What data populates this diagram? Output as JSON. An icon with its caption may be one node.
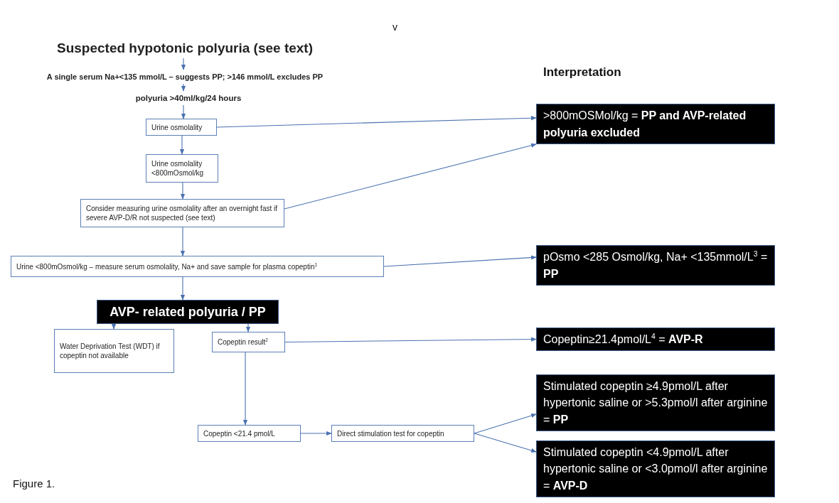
{
  "diagram": {
    "caption": "Figure 1.",
    "nodes": [
      {
        "text": [
          "Suspected hypotonic polyuria (see text)"
        ]
      },
      {
        "text": [
          "A single serum Na+<135 mmol/L – suggests PP; >146 mmol/L excludes PP"
        ]
      },
      {
        "text": [
          "polyuria >40ml/kg/24 hours"
        ]
      },
      {
        "text": [
          "Urine osmolality"
        ]
      },
      {
        "text": [
          "Urine osmolality <800mOsmol/kg"
        ]
      },
      {
        "text": [
          "Consider measuring urine osmolality after an overnight fast if severe AVP-D/R not suspected (see text)"
        ]
      },
      {
        "text": [
          "Urine <800mOsmol/kg – measure serum osmolality, Na+ and save sample for plasma copeptin$^{1}$"
        ]
      },
      {
        "text": [
          "AVP- related polyuria / PP"
        ]
      },
      {
        "text": [
          "Water Deprivation Test (WDT)  if copeptin not available"
        ]
      },
      {
        "text": [
          "Copeptin result$^{2}$"
        ]
      },
      {
        "text": [
          "Copeptin <21.4 pmol/L"
        ]
      },
      {
        "text": [
          "Direct stimulation test for copeptin"
        ]
      },
      {
        "text": [
          ">800mOSMol/kg  = **PP and AVP-related polyuria excluded**"
        ]
      },
      {
        "text": [
          "pOsmo <285 Osmol/kg, Na+ <135mmol/L$^{3}$ =  **PP**"
        ]
      },
      {
        "text": [
          "Copeptin≥21.4pmol/L$^{4}$ =  **AVP-R**"
        ]
      },
      {
        "text": [
          "Stimulated copeptin ≥4.9pmol/L after hypertonic saline or >5.3pmol/l after arginine = **PP**"
        ]
      },
      {
        "text": [
          "Stimulated copeptin <4.9pmol/L after hypertonic saline or <3.0pmol/l after arginine = **AVP-D**"
        ]
      }
    ],
    "edges": [
      {
        "from": 0,
        "to": 1,
        "arrow": "to"
      },
      {
        "from": 1,
        "to": 2,
        "arrow": "to"
      },
      {
        "from": 2,
        "to": 3,
        "arrow": "to"
      },
      {
        "from": 3,
        "to": 4,
        "arrow": "to"
      },
      {
        "from": 4,
        "to": 5,
        "arrow": "to"
      },
      {
        "from": 5,
        "to": 6,
        "arrow": "to"
      },
      {
        "from": 6,
        "to": 7,
        "arrow": "to"
      },
      {
        "from": 7,
        "to": 8,
        "arrow": "to"
      },
      {
        "from": 7,
        "to": 9,
        "arrow": "to"
      },
      {
        "from": 9,
        "to": 10,
        "arrow": "to"
      },
      {
        "from": 10,
        "to": 11,
        "arrow": "to"
      },
      {
        "from": 3,
        "to": 12,
        "arrow": "to"
      },
      {
        "from": 5,
        "to": 12,
        "arrow": "to"
      },
      {
        "from": 6,
        "to": 13,
        "arrow": "to"
      },
      {
        "from": 9,
        "to": 14,
        "arrow": "to"
      },
      {
        "from": 11,
        "to": 15,
        "arrow": "to"
      },
      {
        "from": 11,
        "to": 16,
        "arrow": "to"
      }
    ],
    "labels": [
      "v",
      "Interpretation"
    ]
  }
}
